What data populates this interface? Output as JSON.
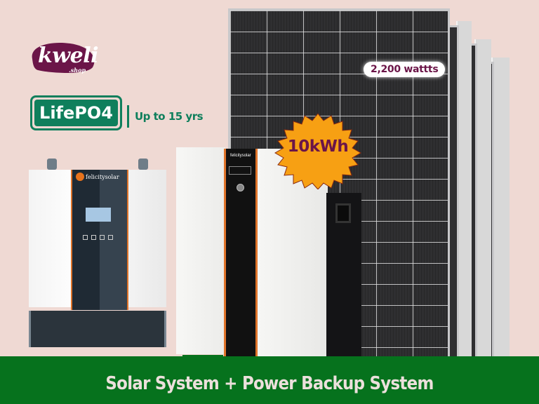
{
  "brand": {
    "logo_text": "kweli",
    "logo_sub": ".shop",
    "logo_color": "#6b1548"
  },
  "badges": {
    "chemistry": "LifePO4",
    "lifespan": "Up to 15 yrs",
    "chemistry_color": "#0f7f5c"
  },
  "panels": {
    "power_label": "2,200 wattts",
    "count": 4
  },
  "battery": {
    "capacity_label": "10kWh",
    "brand": "felicitysolar",
    "starburst_color": "#f7a013"
  },
  "inverter": {
    "brand": "felicitysolar"
  },
  "banner": {
    "title": "Solar System + Power Backup System",
    "color": "#06721d"
  }
}
